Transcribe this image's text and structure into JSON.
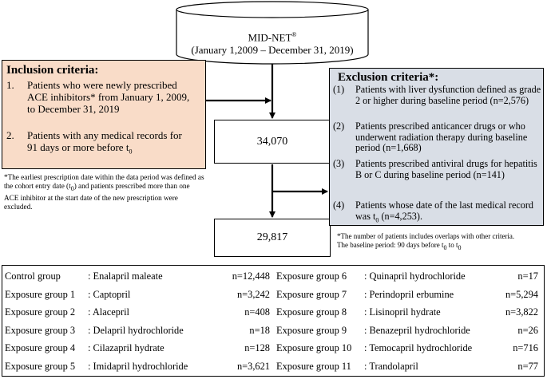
{
  "database": {
    "name": "MID-NET",
    "reg_mark": "®",
    "period": "(January 1,2009 – December 31, 2019)"
  },
  "inclusion": {
    "title": "Inclusion criteria:",
    "items": [
      {
        "num": "1.",
        "text": "Patients who were newly prescribed ACE inhibitors* from January 1, 2009, to December 31, 2019"
      },
      {
        "num": "2.",
        "text_before": "Patients with any medical records for 91 days or more before t",
        "sub": "0"
      }
    ],
    "note_parts": [
      "*The earliest prescription date within the data period was defined as the cohort entry date (t",
      "0",
      ") and patients prescribed more than one ACE inhibitor at the start date of the new prescription were excluded."
    ]
  },
  "counts": {
    "after_inclusion": "34,070",
    "final": "29,817"
  },
  "exclusion": {
    "title": "Exclusion criteria*:",
    "items": [
      {
        "num": "(1)",
        "text": "Patients with liver dysfunction defined as grade 2 or higher during baseline period (n=2,576)"
      },
      {
        "num": "(2)",
        "text": "Patients prescribed anticancer drugs or who underwent radiation therapy during baseline period (n=1,668)"
      },
      {
        "num": "(3)",
        "text": "Patients prescribed antiviral drugs for hepatitis B or C during baseline period (n=141)"
      },
      {
        "num": "(4)",
        "text_before": "Patients whose date of the last medical record was t",
        "sub": "0",
        "text_after": " (n=4,253)."
      }
    ],
    "note_line1": "*The number of patients includes overlaps with other criteria.",
    "note_line2_parts": [
      "The baseline period: 90 days before t",
      "0",
      " to t",
      "0"
    ]
  },
  "groups": {
    "left": [
      {
        "group": "Control group",
        "drug": ": Enalapril maleate",
        "n": "n=12,448"
      },
      {
        "group": "Exposure group 1",
        "drug": ": Captopril",
        "n": "n=3,242"
      },
      {
        "group": "Exposure group 2",
        "drug": ": Alacepril",
        "n": "n=408"
      },
      {
        "group": "Exposure group 3",
        "drug": ": Delapril hydrochloride",
        "n": "n=18"
      },
      {
        "group": "Exposure group 4",
        "drug": ": Cilazapril hydrate",
        "n": "n=128"
      },
      {
        "group": "Exposure group 5",
        "drug": ": Imidapril hydrochloride",
        "n": "n=3,621"
      }
    ],
    "right": [
      {
        "group": "Exposure group 6",
        "drug": ": Quinapril hydrochloride",
        "n": "n=17"
      },
      {
        "group": "Exposure group 7",
        "drug": ": Perindopril erbumine",
        "n": "n=5,294"
      },
      {
        "group": "Exposure group 8",
        "drug": ": Lisinopril hydrate",
        "n": "n=3,822"
      },
      {
        "group": "Exposure group 9",
        "drug": ": Benazepril hydrochloride",
        "n": "n=26"
      },
      {
        "group": "Exposure group 10",
        "drug": ": Temocapril hydrochloride",
        "n": "n=716"
      },
      {
        "group": "Exposure group 11",
        "drug": ": Trandolapril",
        "n": "n=77"
      }
    ]
  }
}
